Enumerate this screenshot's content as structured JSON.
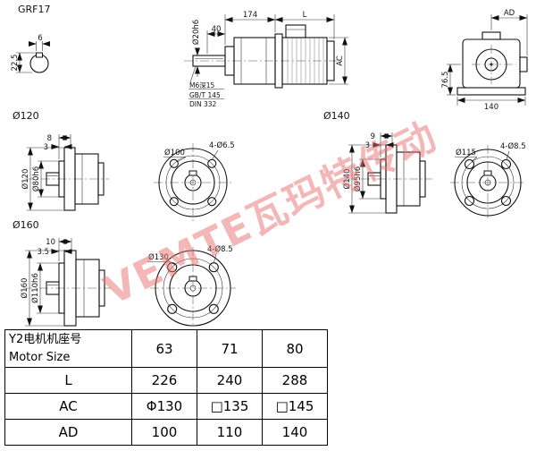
{
  "title": "GRF17",
  "watermark": {
    "text": "VEMTE瓦玛特传动"
  },
  "section_view": {
    "key_width": "6",
    "shaft_height": "22.5"
  },
  "main_view": {
    "gear_unit_length": "174",
    "motor_length": "L",
    "shaft_length": "40",
    "shaft_diameter": "Ø20h6",
    "motor_diameter": "AC",
    "tap_note": "M6深15",
    "standard_1": "GB/T 145",
    "standard_2": "DIN 332"
  },
  "end_view": {
    "top_width": "AD",
    "center_height": "76.5",
    "base_width": "140"
  },
  "flange_120": {
    "label": "Ø120",
    "thickness": "8",
    "step": "3",
    "outer_dia": "Ø120",
    "spigot_dia": "Ø80h6",
    "holes": "4-Ø6.5",
    "bolt_circle": "Ø100"
  },
  "flange_140": {
    "label": "Ø140",
    "thickness": "9",
    "step": "3",
    "outer_dia": "Ø140",
    "spigot_dia": "Ø95h6",
    "holes": "4-Ø8.5",
    "bolt_circle": "Ø115"
  },
  "flange_160": {
    "label": "Ø160",
    "thickness": "10",
    "step": "3.5",
    "outer_dia": "Ø160",
    "spigot_dia": "Ø110h6",
    "holes": "4-Ø8.5",
    "bolt_circle": "Ø130"
  },
  "table": {
    "header": {
      "label_cn": "Y2电机机座号",
      "label_en": "Motor Size",
      "sizes": [
        "63",
        "71",
        "80"
      ]
    },
    "rows": [
      {
        "label": "L",
        "values": [
          "226",
          "240",
          "288"
        ]
      },
      {
        "label": "AC",
        "values": [
          "Φ130",
          "□135",
          "□145"
        ]
      },
      {
        "label": "AD",
        "values": [
          "100",
          "110",
          "140"
        ]
      }
    ]
  }
}
